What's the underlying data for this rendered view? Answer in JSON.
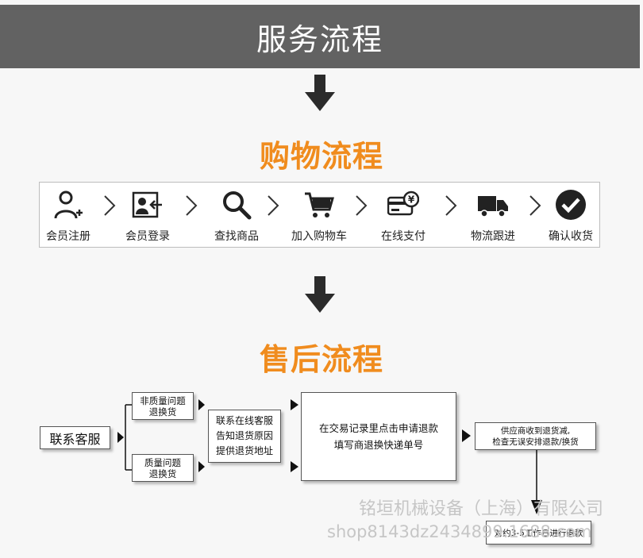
{
  "header": {
    "title": "服务流程"
  },
  "shopping": {
    "title": "购物流程",
    "steps": [
      {
        "label": "会员注册",
        "icon": "user-plus-icon"
      },
      {
        "label": "会员登录",
        "icon": "login-card-icon"
      },
      {
        "label": "查找商品",
        "icon": "search-icon"
      },
      {
        "label": "加入购物车",
        "icon": "cart-icon"
      },
      {
        "label": "在线支付",
        "icon": "card-yen-icon"
      },
      {
        "label": "物流跟进",
        "icon": "truck-icon"
      },
      {
        "label": "确认收货",
        "icon": "check-circle-icon"
      }
    ]
  },
  "aftersales": {
    "title": "售后流程",
    "contact": "联系客服",
    "non_quality": [
      "非质量问题",
      "退换货"
    ],
    "quality": [
      "质量问题",
      "退换货"
    ],
    "online_service": [
      "联系在线客服",
      "告知退货原因",
      "提供退货地址"
    ],
    "apply": [
      "在交易记录里点击申请退款",
      "填写商退换快递单号"
    ],
    "supplier": [
      "供应商收到退货减,",
      "检查无误安排退款/换货"
    ],
    "refund": "对约3-5工作日进行退款"
  },
  "watermark": {
    "company": "铭垣机械设备（上海）有限公司",
    "shop": "shop8143dz2434899.1688.com"
  }
}
